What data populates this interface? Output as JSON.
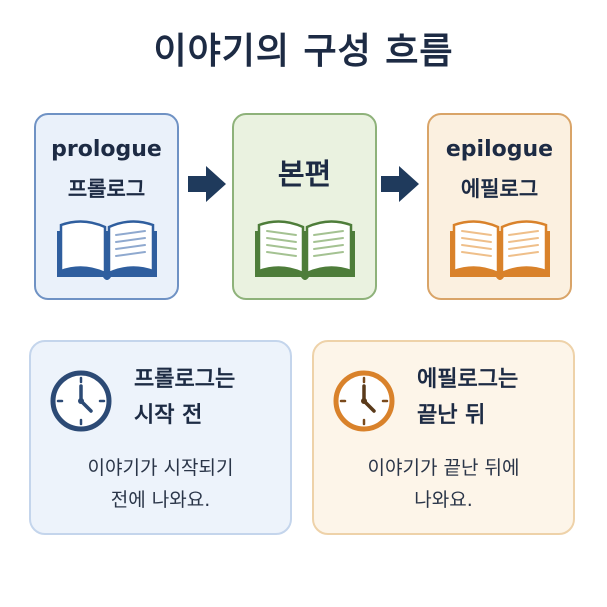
{
  "title": "이야기의 구성 흐름",
  "cards": {
    "prologue": {
      "english": "prologue",
      "korean": "프롤로그",
      "color": "#2f5e9e"
    },
    "main": {
      "korean": "본편",
      "color": "#4e7d3a"
    },
    "epilogue": {
      "english": "epilogue",
      "korean": "에필로그",
      "color": "#d9822b"
    }
  },
  "arrow_color": "#1f3a5c",
  "info": {
    "prologue": {
      "heading_line1": "프롤로그는",
      "heading_line2": "시작 전",
      "body_line1": "이야기가 시작되기",
      "body_line2": "전에 나와요.",
      "icon": "clock-icon",
      "color": "#2c4a75"
    },
    "epilogue": {
      "heading_line1": "에필로그는",
      "heading_line2": "끝난 뒤",
      "body_line1": "이야기가 끝난 뒤에",
      "body_line2": "나와요.",
      "icon": "clock-icon",
      "color": "#d9822b"
    }
  }
}
